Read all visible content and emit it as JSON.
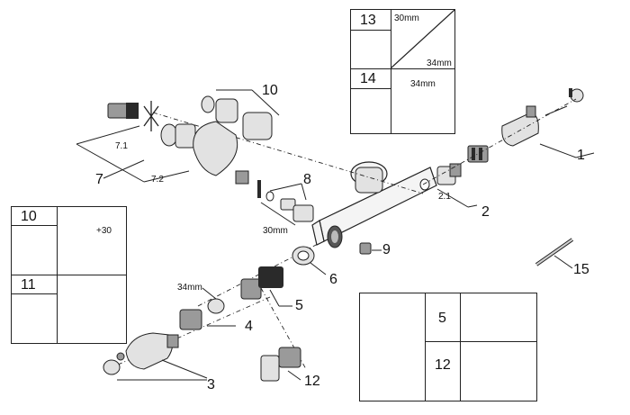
{
  "callouts": {
    "c1": "1",
    "c2": "2",
    "c2_1": "2.1",
    "c3": "3",
    "c4": "4",
    "c5": "5",
    "c6": "6",
    "c7": "7",
    "c7_1": "7.1",
    "c7_2": "7.2",
    "c8": "8",
    "c9": "9",
    "c10": "10",
    "c12": "12",
    "c15": "15"
  },
  "dimensions": {
    "d30mm_body": "30mm",
    "d34mm_left": "34mm"
  },
  "box_top_right": {
    "row1_number": "13",
    "row1_a": "30mm",
    "row1_b": "34mm",
    "row2_number": "14",
    "row2_a": "34mm"
  },
  "box_left": {
    "row1_number": "10",
    "row1_dim": "+30",
    "row2_number": "11"
  },
  "box_bottom_right": {
    "row1_number": "5",
    "row2_number": "12"
  }
}
